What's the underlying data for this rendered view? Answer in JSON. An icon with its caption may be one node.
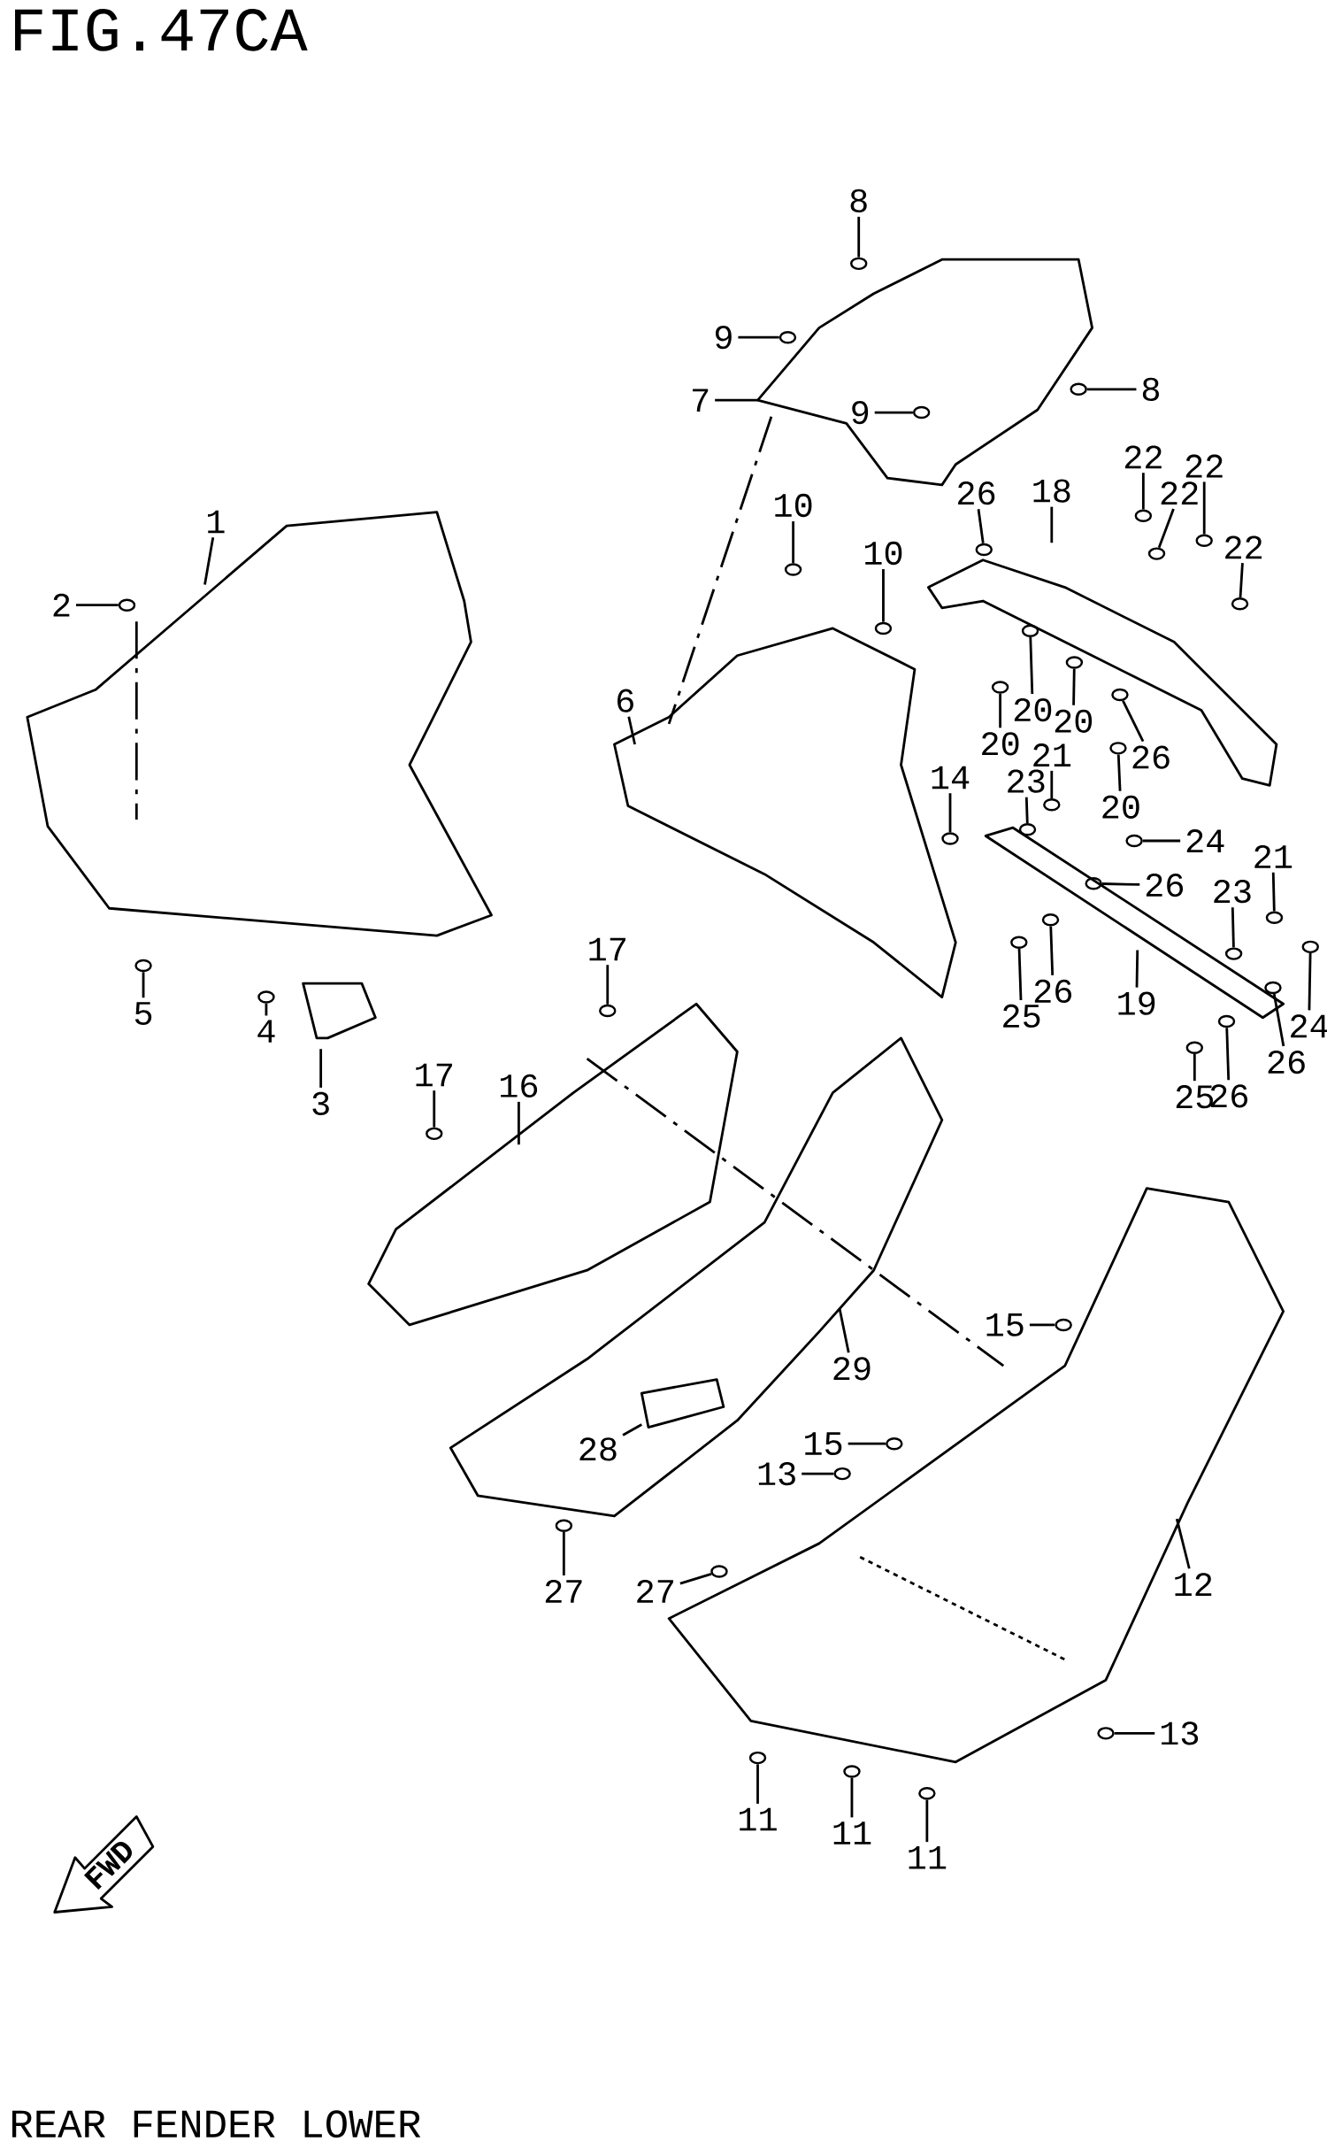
{
  "diagram": {
    "title": "FIG.47CA",
    "nodes": [
      {
        "text": [
          "1"
        ]
      },
      {
        "text": [
          "2"
        ]
      },
      {
        "text": [
          "3"
        ]
      },
      {
        "text": [
          "4"
        ]
      },
      {
        "text": [
          "5"
        ]
      },
      {
        "text": [
          "6"
        ]
      },
      {
        "text": [
          "7"
        ]
      },
      {
        "text": [
          "8"
        ]
      },
      {
        "text": [
          "8"
        ]
      },
      {
        "text": [
          "9"
        ]
      },
      {
        "text": [
          "9"
        ]
      },
      {
        "text": [
          "10"
        ]
      },
      {
        "text": [
          "10"
        ]
      },
      {
        "text": [
          "11"
        ]
      },
      {
        "text": [
          "11"
        ]
      },
      {
        "text": [
          "11"
        ]
      },
      {
        "text": [
          "12"
        ]
      },
      {
        "text": [
          "13"
        ]
      },
      {
        "text": [
          "13"
        ]
      },
      {
        "text": [
          "14"
        ]
      },
      {
        "text": [
          "15"
        ]
      },
      {
        "text": [
          "15"
        ]
      },
      {
        "text": [
          "16"
        ]
      },
      {
        "text": [
          "17"
        ]
      },
      {
        "text": [
          "17"
        ]
      },
      {
        "text": [
          "18"
        ]
      },
      {
        "text": [
          "19"
        ]
      },
      {
        "text": [
          "20"
        ]
      },
      {
        "text": [
          "20"
        ]
      },
      {
        "text": [
          "20"
        ]
      },
      {
        "text": [
          "20"
        ]
      },
      {
        "text": [
          "21"
        ]
      },
      {
        "text": [
          "21"
        ]
      },
      {
        "text": [
          "22"
        ]
      },
      {
        "text": [
          "22"
        ]
      },
      {
        "text": [
          "22"
        ]
      },
      {
        "text": [
          "22"
        ]
      },
      {
        "text": [
          "23"
        ]
      },
      {
        "text": [
          "23"
        ]
      },
      {
        "text": [
          "24"
        ]
      },
      {
        "text": [
          "24"
        ]
      },
      {
        "text": [
          "25"
        ]
      },
      {
        "text": [
          "25"
        ]
      },
      {
        "text": [
          "26"
        ]
      },
      {
        "text": [
          "26"
        ]
      },
      {
        "text": [
          "26"
        ]
      },
      {
        "text": [
          "26"
        ]
      },
      {
        "text": [
          "26"
        ]
      },
      {
        "text": [
          "26"
        ]
      },
      {
        "text": [
          "27"
        ]
      },
      {
        "text": [
          "27"
        ]
      },
      {
        "text": [
          "28"
        ]
      },
      {
        "text": [
          "29"
        ]
      },
      {
        "text": [],
        "shape": "circle"
      },
      {
        "text": [],
        "shape": "circle"
      },
      {
        "text": [],
        "shape": "circle"
      },
      {
        "text": [],
        "shape": "circle"
      },
      {
        "text": [],
        "shape": "circle"
      },
      {
        "text": [],
        "shape": "circle"
      },
      {
        "text": [],
        "shape": "circle"
      },
      {
        "text": [],
        "shape": "circle"
      },
      {
        "text": [],
        "shape": "circle"
      },
      {
        "text": [],
        "shape": "circle"
      },
      {
        "text": [],
        "shape": "circle"
      },
      {
        "text": [],
        "shape": "circle"
      },
      {
        "text": [],
        "shape": "circle"
      },
      {
        "text": [],
        "shape": "circle"
      },
      {
        "text": [],
        "shape": "circle"
      },
      {
        "text": [],
        "shape": "circle"
      },
      {
        "text": [],
        "shape": "circle"
      },
      {
        "text": [],
        "shape": "circle"
      },
      {
        "text": [],
        "shape": "circle"
      },
      {
        "text": [],
        "shape": "circle"
      },
      {
        "text": [],
        "shape": "circle"
      },
      {
        "text": [],
        "shape": "circle"
      },
      {
        "text": [],
        "shape": "circle"
      },
      {
        "text": [],
        "shape": "circle"
      },
      {
        "text": [],
        "shape": "circle"
      },
      {
        "text": [],
        "shape": "circle"
      },
      {
        "text": [],
        "shape": "circle"
      },
      {
        "text": [],
        "shape": "circle"
      },
      {
        "text": [],
        "shape": "circle"
      },
      {
        "text": [],
        "shape": "circle"
      },
      {
        "text": [],
        "shape": "circle"
      },
      {
        "text": [],
        "shape": "circle"
      },
      {
        "text": [],
        "shape": "circle"
      },
      {
        "text": [],
        "shape": "circle"
      },
      {
        "text": [],
        "shape": "circle"
      },
      {
        "text": [],
        "shape": "circle"
      },
      {
        "text": [],
        "shape": "circle"
      },
      {
        "text": [],
        "shape": "circle"
      },
      {
        "text": [],
        "shape": "circle"
      },
      {
        "text": [],
        "shape": "circle"
      },
      {
        "text": [],
        "shape": "circle"
      },
      {
        "text": [],
        "shape": "circle"
      },
      {
        "text": [],
        "shape": "circle"
      }
    ],
    "edges": [
      {
        "from": 0,
        "to": null,
        "arrow": "none"
      },
      {
        "from": 1,
        "to": 53,
        "arrow": "none"
      },
      {
        "from": 2,
        "to": null,
        "arrow": "none"
      },
      {
        "from": 3,
        "to": 54,
        "arrow": "none"
      },
      {
        "from": 4,
        "to": 55,
        "arrow": "none"
      },
      {
        "from": 5,
        "to": null,
        "arrow": "none"
      },
      {
        "from": 6,
        "to": null,
        "arrow": "none"
      },
      {
        "from": 7,
        "to": 56,
        "arrow": "none"
      },
      {
        "from": 8,
        "to": 57,
        "arrow": "none"
      },
      {
        "from": 9,
        "to": 58,
        "arrow": "none"
      },
      {
        "from": 10,
        "to": 59,
        "arrow": "none"
      },
      {
        "from": 11,
        "to": 60,
        "arrow": "none"
      },
      {
        "from": 12,
        "to": 61,
        "arrow": "none"
      },
      {
        "from": 13,
        "to": 62,
        "arrow": "none"
      },
      {
        "from": 14,
        "to": 63,
        "arrow": "none"
      },
      {
        "from": 15,
        "to": 64,
        "arrow": "none"
      },
      {
        "from": 16,
        "to": null,
        "arrow": "none"
      },
      {
        "from": 17,
        "to": 65,
        "arrow": "none"
      },
      {
        "from": 18,
        "to": 66,
        "arrow": "none"
      },
      {
        "from": 19,
        "to": 67,
        "arrow": "none"
      },
      {
        "from": 20,
        "to": 68,
        "arrow": "none"
      },
      {
        "from": 21,
        "to": 69,
        "arrow": "none"
      },
      {
        "from": 22,
        "to": null,
        "arrow": "none"
      },
      {
        "from": 23,
        "to": 70,
        "arrow": "none"
      },
      {
        "from": 24,
        "to": 71,
        "arrow": "none"
      },
      {
        "from": 25,
        "to": null,
        "arrow": "none"
      },
      {
        "from": 26,
        "to": null,
        "arrow": "none"
      },
      {
        "from": 27,
        "to": 72,
        "arrow": "none"
      },
      {
        "from": 28,
        "to": 73,
        "arrow": "none"
      },
      {
        "from": 29,
        "to": 74,
        "arrow": "none"
      },
      {
        "from": 30,
        "to": 75,
        "arrow": "none"
      },
      {
        "from": 31,
        "to": 76,
        "arrow": "none"
      },
      {
        "from": 32,
        "to": 77,
        "arrow": "none"
      },
      {
        "from": 33,
        "to": 78,
        "arrow": "none"
      },
      {
        "from": 34,
        "to": 79,
        "arrow": "none"
      },
      {
        "from": 35,
        "to": 80,
        "arrow": "none"
      },
      {
        "from": 36,
        "to": 81,
        "arrow": "none"
      },
      {
        "from": 37,
        "to": 82,
        "arrow": "none"
      },
      {
        "from": 38,
        "to": 83,
        "arrow": "none"
      },
      {
        "from": 39,
        "to": 84,
        "arrow": "none"
      },
      {
        "from": 40,
        "to": 85,
        "arrow": "none"
      },
      {
        "from": 41,
        "to": 86,
        "arrow": "none"
      },
      {
        "from": 42,
        "to": 87,
        "arrow": "none"
      },
      {
        "from": 43,
        "to": 88,
        "arrow": "none"
      },
      {
        "from": 44,
        "to": 89,
        "arrow": "none"
      },
      {
        "from": 45,
        "to": 90,
        "arrow": "none"
      },
      {
        "from": 46,
        "to": 91,
        "arrow": "none"
      },
      {
        "from": 47,
        "to": 92,
        "arrow": "none"
      },
      {
        "from": 48,
        "to": 93,
        "arrow": "none"
      },
      {
        "from": 49,
        "to": 94,
        "arrow": "none"
      },
      {
        "from": 50,
        "to": 95,
        "arrow": "none"
      },
      {
        "from": 51,
        "to": null,
        "arrow": "none"
      },
      {
        "from": 52,
        "to": null,
        "arrow": "none"
      }
    ],
    "labels": [
      "FWD",
      "REAR FENDER LOWER"
    ]
  }
}
